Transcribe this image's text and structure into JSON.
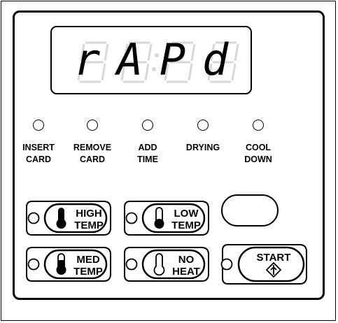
{
  "display": {
    "chars": [
      "r",
      "A",
      "P",
      "d"
    ]
  },
  "indicators": [
    {
      "line1": "INSERT",
      "line2": "CARD"
    },
    {
      "line1": "REMOVE",
      "line2": "CARD"
    },
    {
      "line1": "ADD",
      "line2": "TIME"
    },
    {
      "line1": "DRYING",
      "line2": ""
    },
    {
      "line1": "COOL",
      "line2": "DOWN"
    }
  ],
  "buttons": {
    "high_temp": {
      "line1": "HIGH",
      "line2": "TEMP",
      "icon": "thermometer-full-icon"
    },
    "low_temp": {
      "line1": "LOW",
      "line2": "TEMP",
      "icon": "thermometer-low-icon"
    },
    "med_temp": {
      "line1": "MED",
      "line2": "TEMP",
      "icon": "thermometer-medium-icon"
    },
    "no_heat": {
      "line1": "NO",
      "line2": "HEAT",
      "icon": "thermometer-empty-icon"
    },
    "start": {
      "label": "START",
      "icon": "start-arrow-icon"
    }
  },
  "colors": {
    "ink": "#000000",
    "background": "#ffffff",
    "ghost_segment": "#d8d8d8"
  }
}
